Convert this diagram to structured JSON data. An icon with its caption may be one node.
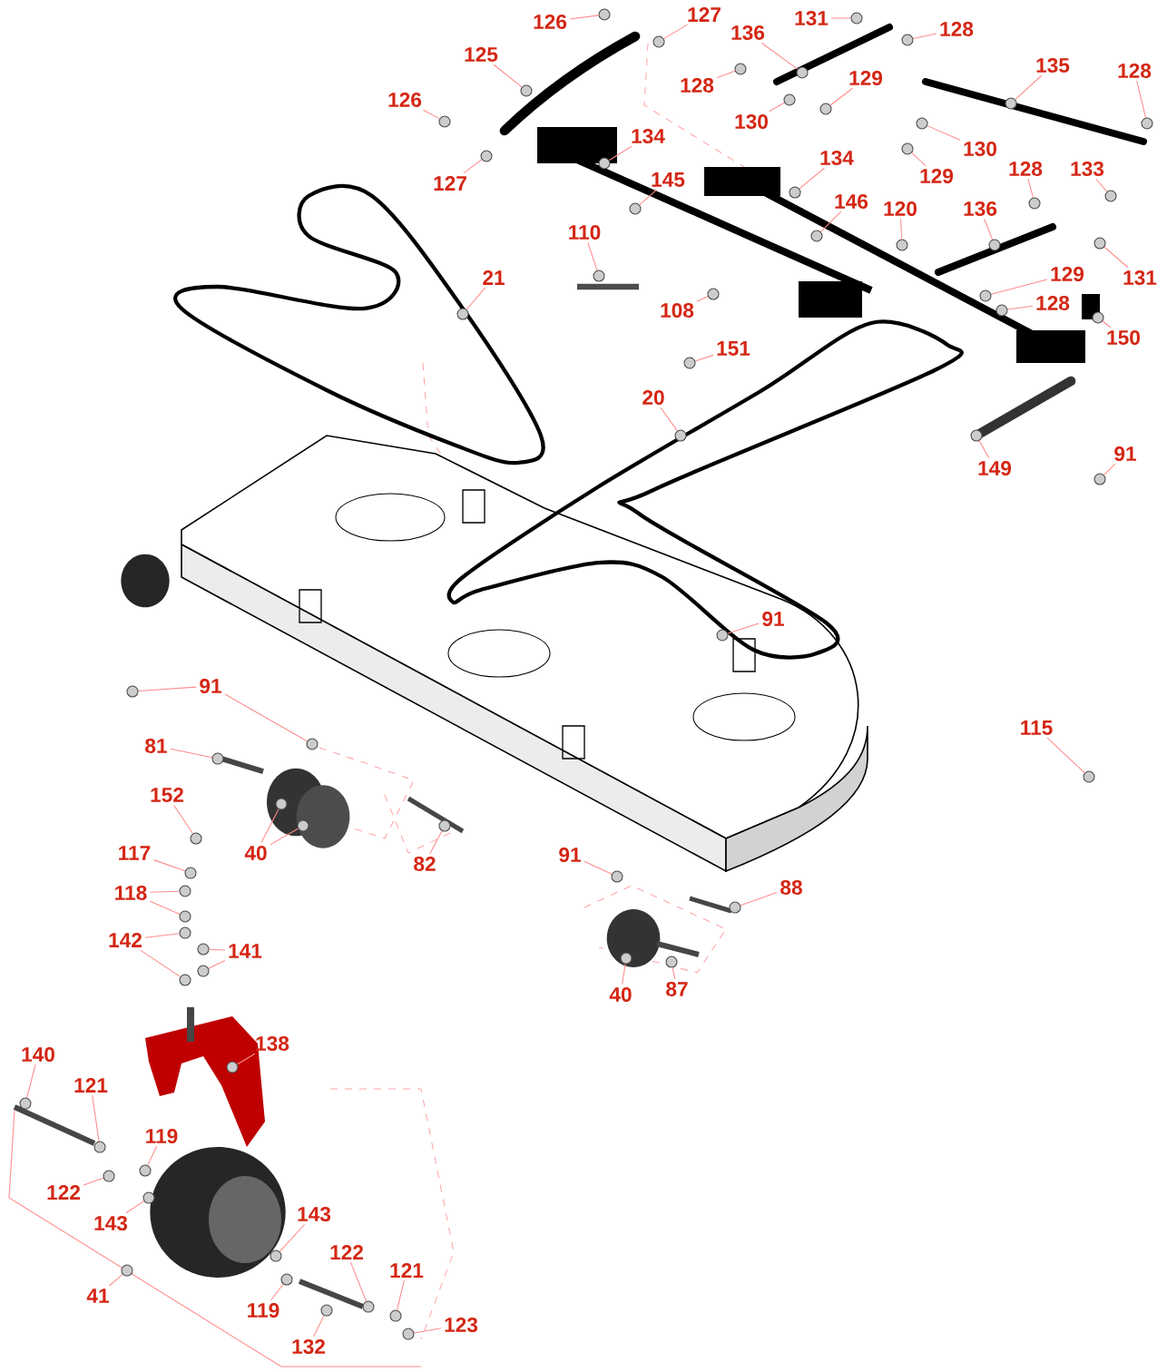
{
  "diagram": {
    "nodes": [
      {
        "text": [
          "126"
        ]
      },
      {
        "text": [
          "127"
        ]
      },
      {
        "text": [
          "125"
        ]
      },
      {
        "text": [
          "126"
        ]
      },
      {
        "text": [
          "127"
        ]
      },
      {
        "text": [
          "131"
        ]
      },
      {
        "text": [
          "136"
        ]
      },
      {
        "text": [
          "128"
        ]
      },
      {
        "text": [
          "128"
        ]
      },
      {
        "text": [
          "129"
        ]
      },
      {
        "text": [
          "135"
        ]
      },
      {
        "text": [
          "128"
        ]
      },
      {
        "text": [
          "130"
        ]
      },
      {
        "text": [
          "134"
        ]
      },
      {
        "text": [
          "130"
        ]
      },
      {
        "text": [
          "145"
        ]
      },
      {
        "text": [
          "134"
        ]
      },
      {
        "text": [
          "129"
        ]
      },
      {
        "text": [
          "128"
        ]
      },
      {
        "text": [
          "133"
        ]
      },
      {
        "text": [
          "120"
        ]
      },
      {
        "text": [
          "146"
        ]
      },
      {
        "text": [
          "110"
        ]
      },
      {
        "text": [
          "136"
        ]
      },
      {
        "text": [
          "21"
        ]
      },
      {
        "text": [
          "129"
        ]
      },
      {
        "text": [
          "131"
        ]
      },
      {
        "text": [
          "128"
        ]
      },
      {
        "text": [
          "108"
        ]
      },
      {
        "text": [
          "150"
        ]
      },
      {
        "text": [
          "151"
        ]
      },
      {
        "text": [
          "20"
        ]
      },
      {
        "text": [
          "149"
        ]
      },
      {
        "text": [
          "91"
        ]
      },
      {
        "text": [
          "91"
        ]
      },
      {
        "text": [
          "91"
        ]
      },
      {
        "text": [
          "115"
        ]
      },
      {
        "text": [
          "81"
        ]
      },
      {
        "text": [
          "152"
        ]
      },
      {
        "text": [
          "40"
        ]
      },
      {
        "text": [
          "117"
        ]
      },
      {
        "text": [
          "82"
        ]
      },
      {
        "text": [
          "91"
        ]
      },
      {
        "text": [
          "118"
        ]
      },
      {
        "text": [
          "88"
        ]
      },
      {
        "text": [
          "142"
        ]
      },
      {
        "text": [
          "141"
        ]
      },
      {
        "text": [
          "40"
        ]
      },
      {
        "text": [
          "87"
        ]
      },
      {
        "text": [
          "138"
        ]
      },
      {
        "text": [
          "140"
        ]
      },
      {
        "text": [
          "121"
        ]
      },
      {
        "text": [
          "119"
        ]
      },
      {
        "text": [
          "122"
        ]
      },
      {
        "text": [
          "143"
        ]
      },
      {
        "text": [
          "143"
        ]
      },
      {
        "text": [
          "41"
        ]
      },
      {
        "text": [
          "122"
        ]
      },
      {
        "text": [
          "121"
        ]
      },
      {
        "text": [
          "119"
        ]
      },
      {
        "text": [
          "132"
        ]
      },
      {
        "text": [
          "123"
        ]
      },
      {
        "text": [],
        "shape": "circle"
      },
      {
        "text": [],
        "shape": "circle"
      },
      {
        "text": [],
        "shape": "circle"
      },
      {
        "text": [],
        "shape": "circle"
      },
      {
        "text": [],
        "shape": "circle"
      },
      {
        "text": [],
        "shape": "circle"
      },
      {
        "text": [],
        "shape": "circle"
      },
      {
        "text": [],
        "shape": "circle"
      },
      {
        "text": [],
        "shape": "circle"
      },
      {
        "text": [],
        "shape": "circle"
      },
      {
        "text": [],
        "shape": "circle"
      },
      {
        "text": [],
        "shape": "circle"
      },
      {
        "text": [],
        "shape": "circle"
      },
      {
        "text": [],
        "shape": "circle"
      },
      {
        "text": [],
        "shape": "circle"
      },
      {
        "text": [],
        "shape": "circle"
      },
      {
        "text": [],
        "shape": "circle"
      },
      {
        "text": [],
        "shape": "circle"
      },
      {
        "text": [],
        "shape": "circle"
      },
      {
        "text": [],
        "shape": "circle"
      },
      {
        "text": [],
        "shape": "circle"
      },
      {
        "text": [],
        "shape": "circle"
      },
      {
        "text": [],
        "shape": "circle"
      },
      {
        "text": [],
        "shape": "circle"
      },
      {
        "text": [],
        "shape": "circle"
      },
      {
        "text": [],
        "shape": "circle"
      },
      {
        "text": [],
        "shape": "circle"
      },
      {
        "text": [],
        "shape": "circle"
      },
      {
        "text": [],
        "shape": "circle"
      },
      {
        "text": [],
        "shape": "circle"
      },
      {
        "text": [],
        "shape": "circle"
      },
      {
        "text": [],
        "shape": "circle"
      },
      {
        "text": [],
        "shape": "circle"
      },
      {
        "text": [],
        "shape": "circle"
      },
      {
        "text": [],
        "shape": "circle"
      },
      {
        "text": [],
        "shape": "circle"
      },
      {
        "text": [],
        "shape": "circle"
      },
      {
        "text": [],
        "shape": "circle"
      },
      {
        "text": [],
        "shape": "circle"
      },
      {
        "text": [],
        "shape": "circle"
      },
      {
        "text": [],
        "shape": "circle"
      },
      {
        "text": [],
        "shape": "circle"
      },
      {
        "text": [],
        "shape": "circle"
      },
      {
        "text": [],
        "shape": "circle"
      },
      {
        "text": [],
        "shape": "circle"
      },
      {
        "text": [],
        "shape": "circle"
      },
      {
        "text": [],
        "shape": "circle"
      },
      {
        "text": [],
        "shape": "circle"
      },
      {
        "text": [],
        "shape": "circle"
      },
      {
        "text": [],
        "shape": "circle"
      },
      {
        "text": [],
        "shape": "circle"
      },
      {
        "text": [],
        "shape": "circle"
      },
      {
        "text": [],
        "shape": "circle"
      },
      {
        "text": [],
        "shape": "circle"
      },
      {
        "text": [],
        "shape": "circle"
      },
      {
        "text": [],
        "shape": "circle"
      },
      {
        "text": [],
        "shape": "circle"
      },
      {
        "text": [],
        "shape": "circle"
      },
      {
        "text": [],
        "shape": "circle"
      },
      {
        "text": [],
        "shape": "circle"
      },
      {
        "text": [],
        "shape": "circle"
      },
      {
        "text": [],
        "shape": "circle"
      },
      {
        "text": [],
        "shape": "circle"
      },
      {
        "text": [],
        "shape": "circle"
      },
      {
        "text": [],
        "shape": "circle"
      },
      {
        "text": [],
        "shape": "circle"
      },
      {
        "text": [],
        "shape": "circle"
      }
    ],
    "edges": [
      {
        "from": 0,
        "to": 62,
        "arrow": "none"
      },
      {
        "from": 1,
        "to": 63,
        "arrow": "none"
      },
      {
        "from": 2,
        "to": 64,
        "arrow": "none"
      },
      {
        "from": 3,
        "to": 65,
        "arrow": "none"
      },
      {
        "from": 4,
        "to": 66,
        "arrow": "none"
      },
      {
        "from": 5,
        "to": 67,
        "arrow": "none"
      },
      {
        "from": 6,
        "to": 68,
        "arrow": "none"
      },
      {
        "from": 7,
        "to": 69,
        "arrow": "none"
      },
      {
        "from": 8,
        "to": 70,
        "arrow": "none"
      },
      {
        "from": 9,
        "to": 71,
        "arrow": "none"
      },
      {
        "from": 10,
        "to": 72,
        "arrow": "none"
      },
      {
        "from": 11,
        "to": 73,
        "arrow": "none"
      },
      {
        "from": 12,
        "to": 74,
        "arrow": "none"
      },
      {
        "from": 13,
        "to": 75,
        "arrow": "none"
      },
      {
        "from": 14,
        "to": 76,
        "arrow": "none"
      },
      {
        "from": 15,
        "to": 77,
        "arrow": "none"
      },
      {
        "from": 16,
        "to": 78,
        "arrow": "none"
      },
      {
        "from": 17,
        "to": 79,
        "arrow": "none"
      },
      {
        "from": 18,
        "to": 80,
        "arrow": "none"
      },
      {
        "from": 19,
        "to": 81,
        "arrow": "none"
      },
      {
        "from": 20,
        "to": 82,
        "arrow": "none"
      },
      {
        "from": 21,
        "to": 83,
        "arrow": "none"
      },
      {
        "from": 22,
        "to": 84,
        "arrow": "none"
      },
      {
        "from": 23,
        "to": 85,
        "arrow": "none"
      },
      {
        "from": 24,
        "to": 86,
        "arrow": "none"
      },
      {
        "from": 25,
        "to": 87,
        "arrow": "none"
      },
      {
        "from": 26,
        "to": 88,
        "arrow": "none"
      },
      {
        "from": 27,
        "to": 89,
        "arrow": "none"
      },
      {
        "from": 28,
        "to": 90,
        "arrow": "none"
      },
      {
        "from": 29,
        "to": 91,
        "arrow": "none"
      },
      {
        "from": 30,
        "to": 92,
        "arrow": "none"
      },
      {
        "from": 31,
        "to": 93,
        "arrow": "none"
      },
      {
        "from": 32,
        "to": 94,
        "arrow": "none"
      },
      {
        "from": 33,
        "to": 95,
        "arrow": "none"
      },
      {
        "from": 34,
        "to": 96,
        "arrow": "none"
      },
      {
        "from": 35,
        "to": 97,
        "arrow": "none"
      },
      {
        "from": 35,
        "to": 98,
        "arrow": "none"
      },
      {
        "from": 36,
        "to": 99,
        "arrow": "none"
      },
      {
        "from": 37,
        "to": 100,
        "arrow": "none"
      },
      {
        "from": 38,
        "to": 101,
        "arrow": "none"
      },
      {
        "from": 39,
        "to": 102,
        "arrow": "none"
      },
      {
        "from": 39,
        "to": 103,
        "arrow": "none"
      },
      {
        "from": 40,
        "to": 104,
        "arrow": "none"
      },
      {
        "from": 41,
        "to": 105,
        "arrow": "none"
      },
      {
        "from": 42,
        "to": 106,
        "arrow": "none"
      },
      {
        "from": 43,
        "to": 107,
        "arrow": "none"
      },
      {
        "from": 43,
        "to": 108,
        "arrow": "none"
      },
      {
        "from": 44,
        "to": 109,
        "arrow": "none"
      },
      {
        "from": 45,
        "to": 110,
        "arrow": "none"
      },
      {
        "from": 45,
        "to": 111,
        "arrow": "none"
      },
      {
        "from": 46,
        "to": 112,
        "arrow": "none"
      },
      {
        "from": 46,
        "to": 113,
        "arrow": "none"
      },
      {
        "from": 47,
        "to": 114,
        "arrow": "none"
      },
      {
        "from": 48,
        "to": 115,
        "arrow": "none"
      },
      {
        "from": 49,
        "to": 116,
        "arrow": "none"
      },
      {
        "from": 50,
        "to": 117,
        "arrow": "none"
      },
      {
        "from": 51,
        "to": 118,
        "arrow": "none"
      },
      {
        "from": 52,
        "to": 119,
        "arrow": "none"
      },
      {
        "from": 53,
        "to": 120,
        "arrow": "none"
      },
      {
        "from": 54,
        "to": 121,
        "arrow": "none"
      },
      {
        "from": 55,
        "to": 122,
        "arrow": "none"
      },
      {
        "from": 56,
        "to": 123,
        "arrow": "none"
      },
      {
        "from": 57,
        "to": 124,
        "arrow": "none"
      },
      {
        "from": 58,
        "to": 125,
        "arrow": "none"
      },
      {
        "from": 59,
        "to": 126,
        "arrow": "none"
      },
      {
        "from": 60,
        "to": 127,
        "arrow": "none"
      },
      {
        "from": 61,
        "to": 128,
        "arrow": "none"
      }
    ]
  }
}
